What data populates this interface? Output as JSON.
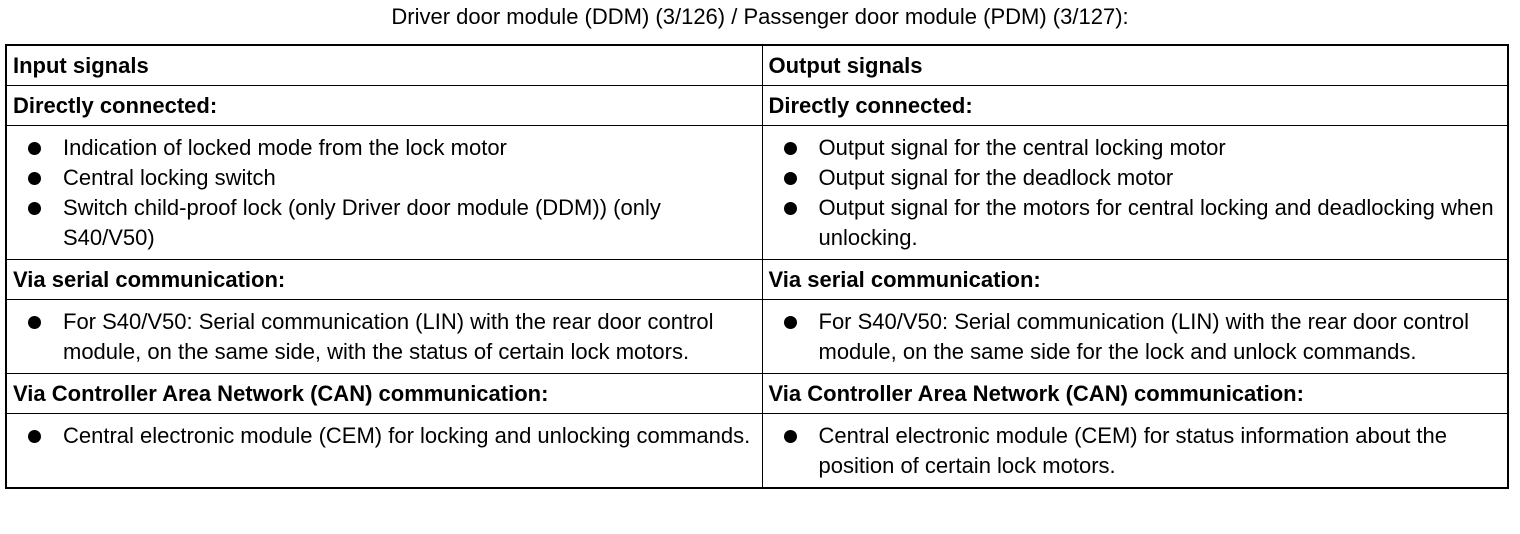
{
  "caption": "Driver door module (DDM) (3/126) / Passenger door module (PDM) (3/127):",
  "table": {
    "headers": {
      "left": "Input signals",
      "right": "Output signals"
    },
    "sections": [
      {
        "left_title": "Directly connected:",
        "right_title": "Directly connected:",
        "left_items": [
          "Indication of locked mode from the lock motor",
          "Central locking switch",
          "Switch child-proof lock (only Driver door module (DDM)) (only S40/V50)"
        ],
        "right_items": [
          "Output signal for the central locking motor",
          "Output signal for the deadlock motor",
          "Output signal for the motors for central locking and deadlocking when unlocking."
        ]
      },
      {
        "left_title": "Via serial communication:",
        "right_title": "Via serial communication:",
        "left_items": [
          "For S40/V50: Serial communication (LIN) with the rear door control module, on the same side, with the status of certain lock motors."
        ],
        "right_items": [
          "For S40/V50: Serial communication (LIN) with the rear door control module, on the same side for the lock and unlock commands."
        ]
      },
      {
        "left_title": "Via Controller Area Network (CAN) communication:",
        "right_title": "Via Controller Area Network (CAN) communication:",
        "left_items": [
          "Central electronic module (CEM) for locking and unlocking commands."
        ],
        "right_items": [
          "Central electronic module (CEM) for status information about the position of certain lock motors."
        ]
      }
    ]
  }
}
